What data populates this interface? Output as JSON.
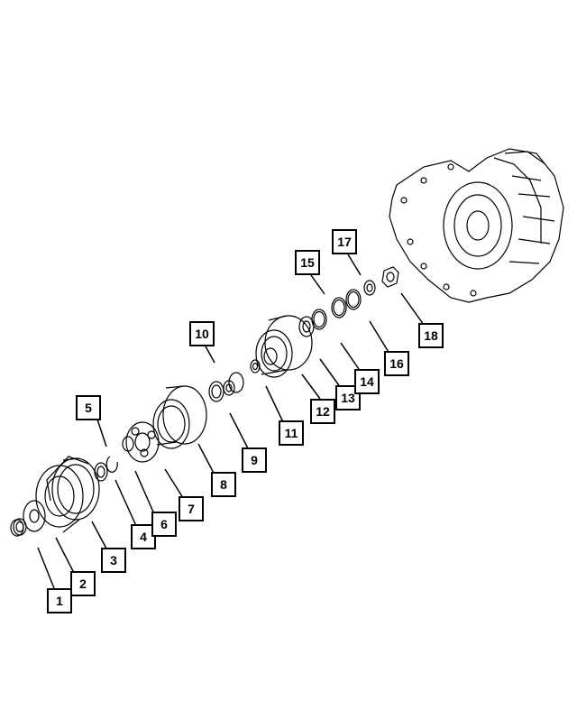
{
  "diagram": {
    "callouts": [
      {
        "id": "1",
        "text": "1"
      },
      {
        "id": "2",
        "text": "2"
      },
      {
        "id": "3",
        "text": "3"
      },
      {
        "id": "4",
        "text": "4"
      },
      {
        "id": "5",
        "text": "5"
      },
      {
        "id": "6",
        "text": "6"
      },
      {
        "id": "7",
        "text": "7"
      },
      {
        "id": "8",
        "text": "8"
      },
      {
        "id": "9",
        "text": "9"
      },
      {
        "id": "10",
        "text": "10"
      },
      {
        "id": "11",
        "text": "11"
      },
      {
        "id": "12",
        "text": "12"
      },
      {
        "id": "13",
        "text": "13"
      },
      {
        "id": "14",
        "text": "14"
      },
      {
        "id": "15",
        "text": "15"
      },
      {
        "id": "16",
        "text": "16"
      },
      {
        "id": "17",
        "text": "17"
      },
      {
        "id": "18",
        "text": "18"
      }
    ],
    "colors": {
      "line": "#000000",
      "background": "#ffffff"
    }
  }
}
